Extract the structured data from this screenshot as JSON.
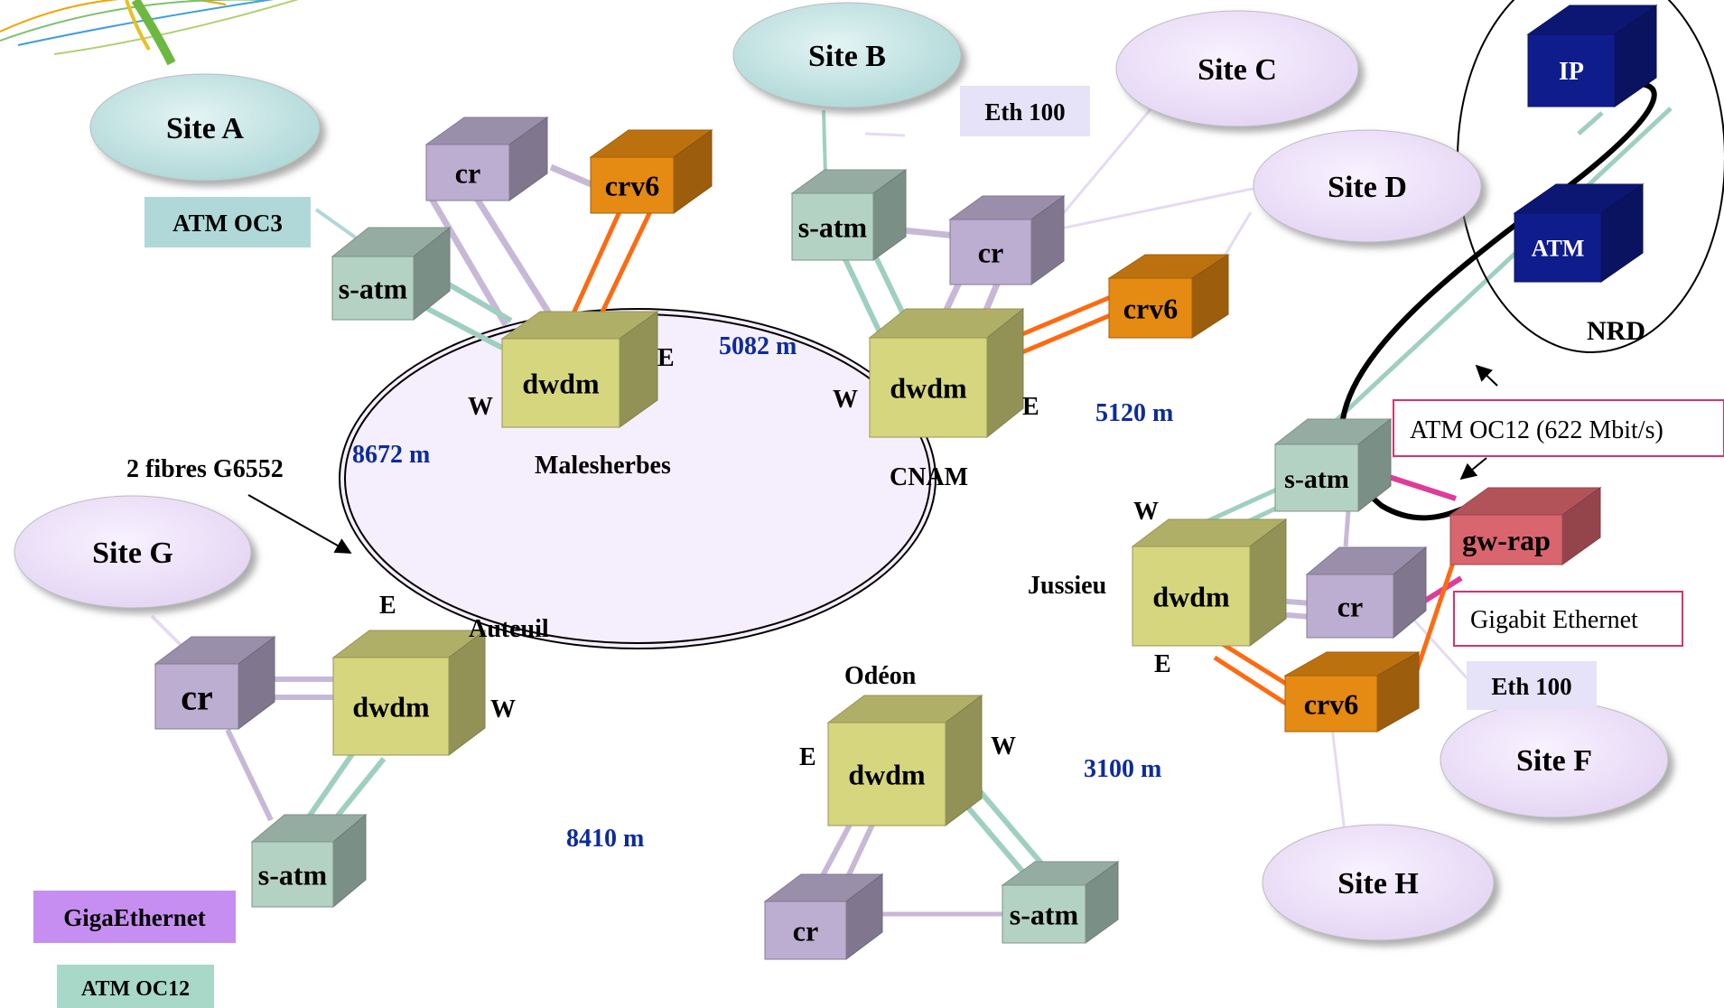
{
  "sites": {
    "a": "Site A",
    "b": "Site B",
    "c": "Site C",
    "d": "Site D",
    "f": "Site F",
    "g": "Site G",
    "h": "Site H"
  },
  "tags": {
    "atm_oc3": "ATM OC3",
    "eth100_top": "Eth 100",
    "eth100_right": "Eth 100",
    "gigaethernet": "GigaEthernet",
    "atm_oc12": "ATM OC12"
  },
  "callouts": {
    "atm_oc12_speed": "ATM OC12 (622 Mbit/s)",
    "gigabit_ethernet": "Gigabit Ethernet",
    "fibres": "2 fibres G6552"
  },
  "distances": {
    "malesherbes_cnam": "5082 m",
    "cnam_jussieu": "5120 m",
    "jussieu_odeon": "3100 m",
    "odeon_auteuil": "8410 m",
    "auteuil_malesherbes": "8672 m"
  },
  "ring_nodes": {
    "malesherbes": "Malesherbes",
    "cnam": "CNAM",
    "jussieu": "Jussieu",
    "odeon": "Odéon",
    "auteuil": "Auteuil"
  },
  "ports": {
    "east": "E",
    "west": "W"
  },
  "equipment": {
    "dwdm": "dwdm",
    "cr": "cr",
    "crv6": "crv6",
    "s_atm": "s-atm",
    "gw_rap": "gw-rap",
    "ip": "IP",
    "atm": "ATM"
  },
  "nrd": "NRD",
  "colors": {
    "dwdm": "#d6d67e",
    "cr": "#bcaed0",
    "crv6": "#e58a12",
    "s_atm": "#b4d2c4",
    "gw_rap": "#d9656e",
    "core": "#0f1c8c",
    "site_blue": "#b6dcdc",
    "site_lavender": "#ece1f6",
    "tag_lavender": "#e6e2f8",
    "tag_atm": "#b0d8d8",
    "tag_giga": "#c68ef0",
    "tag_oc12": "#a8d8c8",
    "ring_fill": "#f5eefc",
    "link_atm": "#9fcfc0",
    "link_cr": "#c8b8d8",
    "link_orange": "#ff6a10",
    "link_magenta": "#de3c9a",
    "link_site": "#e6daf4",
    "distance_text": "#0d2c9a",
    "callout_border": "#d6336c"
  }
}
